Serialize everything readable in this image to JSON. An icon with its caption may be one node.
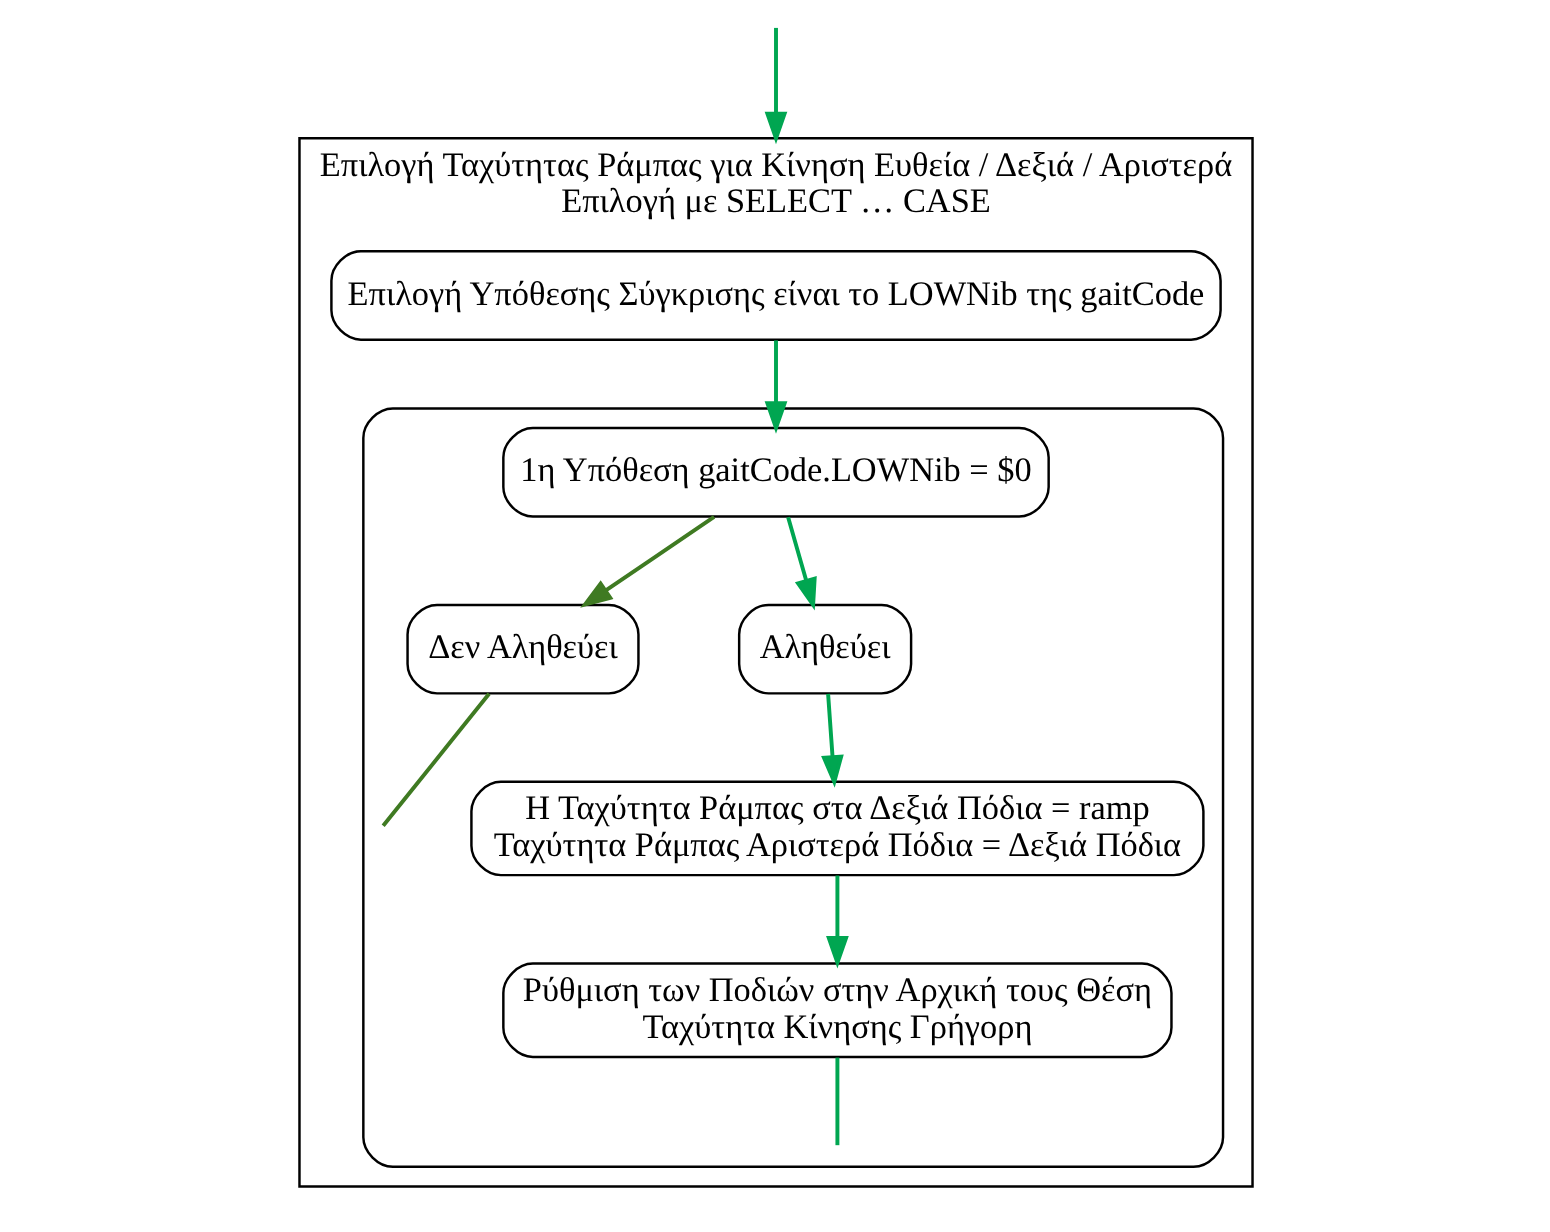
{
  "diagram": {
    "nodes": [
      {
        "text": [
          "Επιλογή Ταχύτητας Ράμπας για Κίνηση Ευθεία / Δεξιά / Αριστερά",
          "Επιλογή με SELECT … CASE"
        ]
      },
      {
        "text": [
          "Επιλογή Υπόθεσης Σύγκρισης είναι το LOWNib της gaitCode"
        ],
        "in": 0
      },
      {
        "text": [],
        "shape": "box",
        "in": 0
      },
      {
        "text": [
          "1η Υπόθεση gaitCode.LOWNib = $0"
        ],
        "in": 2
      },
      {
        "text": [
          "Δεν Αληθεύει"
        ],
        "in": 2
      },
      {
        "text": [
          "Αληθεύει"
        ],
        "in": 2
      },
      {
        "text": [
          "Η Ταχύτητα Ράμπας στα Δεξιά Πόδια = ramp",
          "Ταχύτητα Ράμπας Αριστερά Πόδια = Δεξιά Πόδια"
        ],
        "in": 2
      },
      {
        "text": [
          "Ρύθμιση των Ποδιών στην Αρχική τους Θέση",
          "Ταχύτητα Κίνησης Γρήγορη"
        ],
        "in": 2
      }
    ],
    "edges": [
      {
        "from": null,
        "to": 0,
        "arrow": "to"
      },
      {
        "from": 1,
        "to": 3,
        "arrow": "to"
      },
      {
        "from": 3,
        "to": 4,
        "arrow": "to",
        "color": "#3f7a22"
      },
      {
        "from": 3,
        "to": 5,
        "arrow": "to"
      },
      {
        "from": 5,
        "to": 6,
        "arrow": "to"
      },
      {
        "from": 6,
        "to": 7,
        "arrow": "to"
      },
      {
        "from": 4,
        "to": null,
        "arrow": "none",
        "color": "#3f7a22"
      },
      {
        "from": 7,
        "to": null,
        "arrow": "none"
      }
    ]
  }
}
